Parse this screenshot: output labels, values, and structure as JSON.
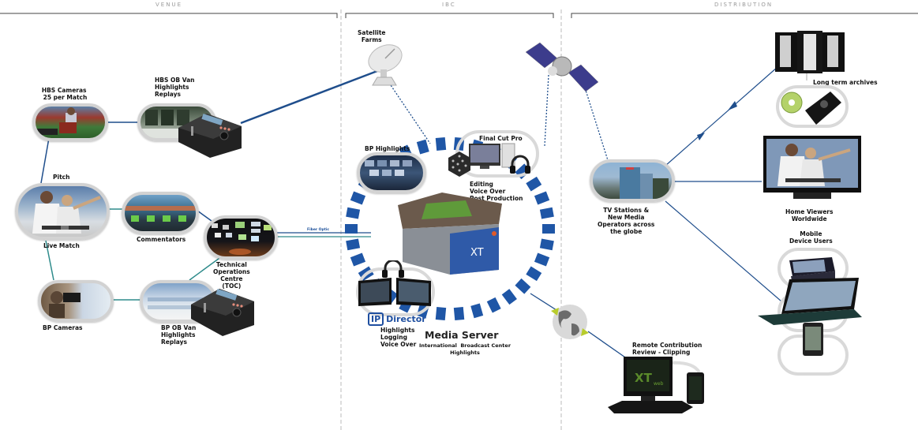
{
  "sections": {
    "venue": "VENUE",
    "ibc": "IBC",
    "distribution": "DISTRIBUTION"
  },
  "venue": {
    "hbs_cameras": "HBS Cameras\n 25 per Match",
    "hbs_ob_van": "HBS OB Van\nHighlights\nReplays",
    "pitch": "Pitch",
    "live_match": "Live Match",
    "commentators": "Commentators",
    "toc": "Technical\nOperations\nCentre\n(TOC)",
    "bp_cameras": "BP Cameras",
    "bp_ob_van": "BP OB Van\nHighlights\nReplays",
    "fiber_optic": "Fiber Optic"
  },
  "ibc": {
    "satellite_farms": "Satellite\nFarms",
    "bp_highlights": "BP Highlights",
    "final_cut_pro": "Final Cut Pro",
    "editing": "Editing\nVoice Over\nPost Production",
    "ip_director_prefix": "IP",
    "ip_director": "Director",
    "ip_director_tasks": "Highlights\nLogging\nVoice Over",
    "media_server": "Media Server",
    "media_server_subtitle": "International  Broadcast Center\nHighlights",
    "server_brand": "XT"
  },
  "distribution": {
    "long_term_archives": "Long term archives",
    "tv_stations": "TV Stations &\nNew Media\nOperators across\nthe globe",
    "home_viewers": "Home Viewers\nWorldwide",
    "mobile_users": "Mobile\nDevice Users",
    "remote_contribution": "Remote Contribution\nReview - Clipping",
    "web_brand": "XT",
    "web_brand_sub": "web"
  },
  "colors": {
    "link_dark": "#1f4e8c",
    "link_teal": "#2e8b8b",
    "ring_blue": "#1f56a6",
    "pill_border": "#d2d2d2",
    "section_text": "#9a9a9a"
  }
}
